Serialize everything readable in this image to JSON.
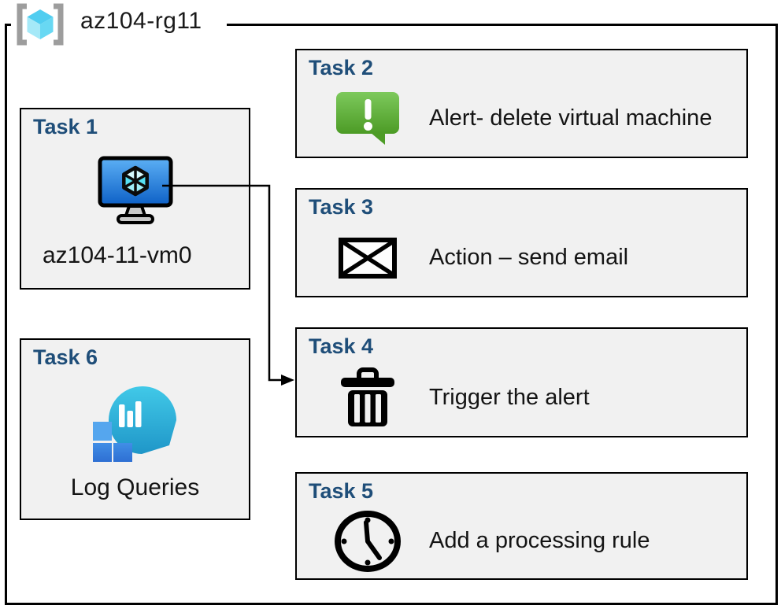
{
  "resource_group": {
    "label": "az104-rg11",
    "icon": "resource-group-icon"
  },
  "tasks": [
    {
      "title": "Task 1",
      "label": "az104-11-vm0",
      "icon": "virtual-machine-icon"
    },
    {
      "title": "Task 2",
      "label": "Alert- delete virtual machine",
      "icon": "alert-message-icon"
    },
    {
      "title": "Task 3",
      "label": "Action – send email",
      "icon": "email-envelope-icon"
    },
    {
      "title": "Task 4",
      "label": "Trigger the alert",
      "icon": "trash-icon"
    },
    {
      "title": "Task 5",
      "label": "Add a processing rule",
      "icon": "clock-icon"
    },
    {
      "title": "Task 6",
      "label": "Log Queries",
      "icon": "log-analytics-icon"
    }
  ],
  "connector": {
    "from": "Task 1",
    "to": "Task 4"
  },
  "colors": {
    "task-title": "#1F4E79",
    "box-fill": "#F1F1F1",
    "box-border": "#000000",
    "alert-green-top": "#7DC95C",
    "alert-green-bottom": "#4C9B25",
    "vm-screen-top": "#5CB0F5",
    "vm-screen-bottom": "#0D60C6",
    "rg-cube-top": "#50CDF0",
    "rg-cube-left": "#A5E9F8",
    "rg-cube-right": "#68D8F3",
    "rg-bracket": "#9D9D9D",
    "log-teal-top": "#41C9E8",
    "log-teal-bottom": "#1F96C8",
    "log-square-light": "#55A6EE",
    "log-square-dark": "#3B83DE"
  }
}
